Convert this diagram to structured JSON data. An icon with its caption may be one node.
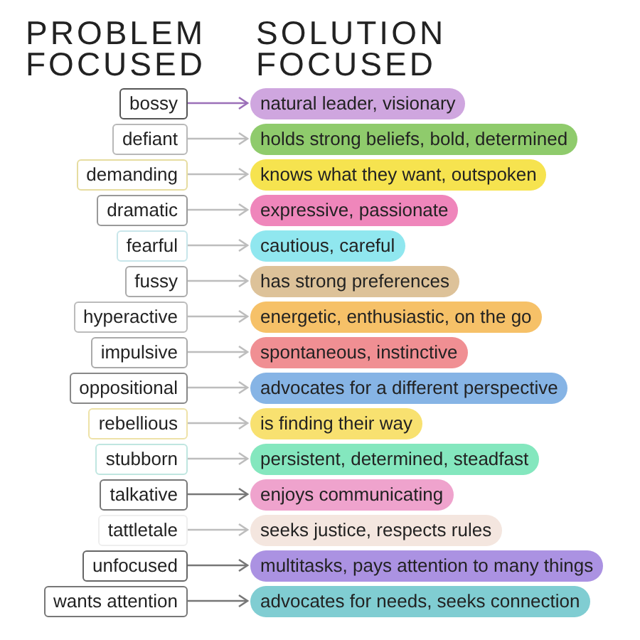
{
  "diagram": {
    "nodes": [
      {
        "text": [
          "bossy"
        ]
      },
      {
        "text": [
          "natural leader, visionary"
        ]
      },
      {
        "text": [
          "defiant"
        ]
      },
      {
        "text": [
          "holds strong beliefs, bold, determined"
        ]
      },
      {
        "text": [
          "demanding"
        ]
      },
      {
        "text": [
          "knows what they want, outspoken"
        ]
      },
      {
        "text": [
          "dramatic"
        ]
      },
      {
        "text": [
          "expressive, passionate"
        ]
      },
      {
        "text": [
          "fearful"
        ]
      },
      {
        "text": [
          "cautious, careful"
        ]
      },
      {
        "text": [
          "fussy"
        ]
      },
      {
        "text": [
          "has strong preferences"
        ]
      },
      {
        "text": [
          "hyperactive"
        ]
      },
      {
        "text": [
          "energetic, enthusiastic, on the go"
        ]
      },
      {
        "text": [
          "impulsive"
        ]
      },
      {
        "text": [
          "spontaneous, instinctive"
        ]
      },
      {
        "text": [
          "oppositional"
        ]
      },
      {
        "text": [
          "advocates for a different perspective"
        ]
      },
      {
        "text": [
          "rebellious"
        ]
      },
      {
        "text": [
          "is finding their way"
        ]
      },
      {
        "text": [
          "stubborn"
        ]
      },
      {
        "text": [
          "persistent, determined, steadfast"
        ]
      },
      {
        "text": [
          "talkative"
        ]
      },
      {
        "text": [
          "enjoys communicating"
        ]
      },
      {
        "text": [
          "tattletale"
        ]
      },
      {
        "text": [
          "seeks justice, respects rules"
        ]
      },
      {
        "text": [
          "unfocused"
        ]
      },
      {
        "text": [
          "multitasks, pays attention to many things"
        ]
      },
      {
        "text": [
          "wants attention"
        ]
      },
      {
        "text": [
          "advocates for needs, seeks connection"
        ]
      }
    ],
    "edges": [
      {
        "from": 0,
        "to": 1,
        "arrow": "to",
        "color": "#9b6fb8"
      },
      {
        "from": 2,
        "to": 3,
        "arrow": "to"
      },
      {
        "from": 4,
        "to": 5,
        "arrow": "to"
      },
      {
        "from": 6,
        "to": 7,
        "arrow": "to"
      },
      {
        "from": 8,
        "to": 9,
        "arrow": "to"
      },
      {
        "from": 10,
        "to": 11,
        "arrow": "to"
      },
      {
        "from": 12,
        "to": 13,
        "arrow": "to"
      },
      {
        "from": 14,
        "to": 15,
        "arrow": "to"
      },
      {
        "from": 16,
        "to": 17,
        "arrow": "to"
      },
      {
        "from": 18,
        "to": 19,
        "arrow": "to"
      },
      {
        "from": 20,
        "to": 21,
        "arrow": "to"
      },
      {
        "from": 22,
        "to": 23,
        "arrow": "to",
        "color": "#777777"
      },
      {
        "from": 24,
        "to": 25,
        "arrow": "to"
      },
      {
        "from": 26,
        "to": 27,
        "arrow": "to",
        "color": "#777777"
      },
      {
        "from": 28,
        "to": 29,
        "arrow": "to",
        "color": "#777777"
      }
    ],
    "labels": [
      "PROBLEM FOCUSED",
      "SOLUTION FOCUSED"
    ]
  }
}
